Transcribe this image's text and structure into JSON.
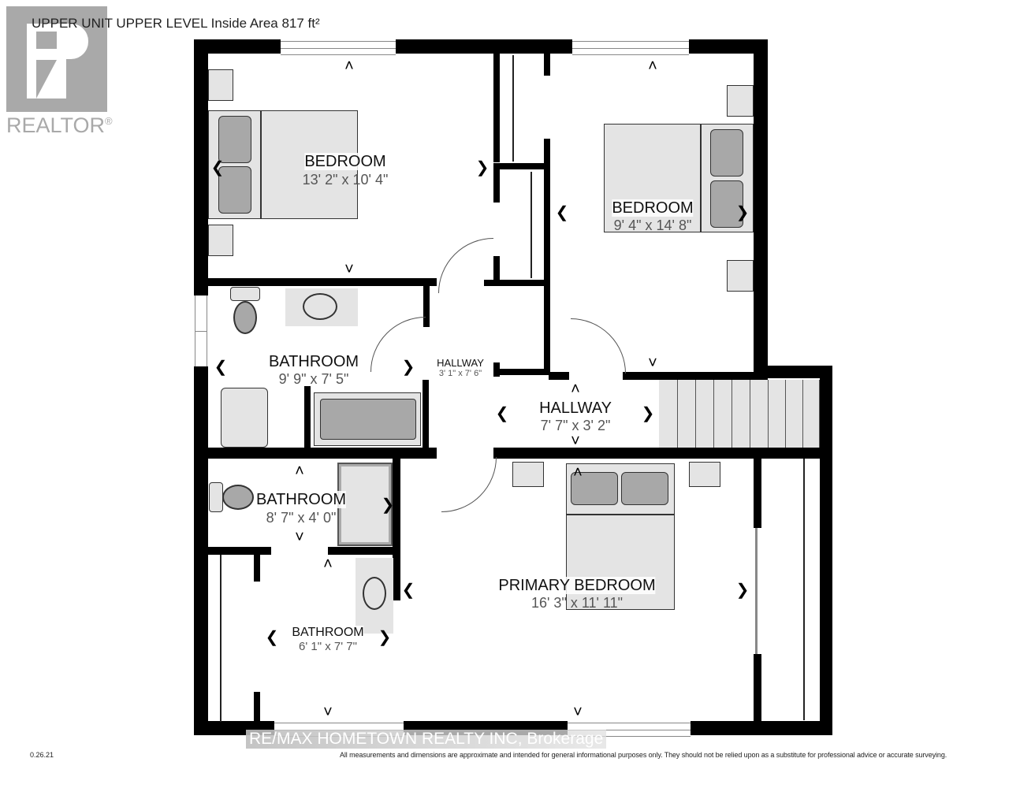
{
  "header": {
    "title": "UPPER UNIT UPPER LEVEL Inside Area 817 ft²"
  },
  "logo": {
    "letter": "R",
    "text": "REALTOR",
    "registered": "®",
    "color": "#a9a9a9"
  },
  "rooms": [
    {
      "id": "bedroom-1",
      "name": "BEDROOM",
      "dimensions": "13' 2\" x 10' 4\""
    },
    {
      "id": "bedroom-2",
      "name": "BEDROOM",
      "dimensions": "9' 4\" x 14' 8\""
    },
    {
      "id": "bathroom-1",
      "name": "BATHROOM",
      "dimensions": "9' 9\" x 7' 5\""
    },
    {
      "id": "hallway-1",
      "name": "HALLWAY",
      "dimensions": "3' 1\" x 7' 6\""
    },
    {
      "id": "hallway-2",
      "name": "HALLWAY",
      "dimensions": "7' 7\" x 3' 2\""
    },
    {
      "id": "bathroom-2",
      "name": "BATHROOM",
      "dimensions": "8' 7\" x 4' 0\""
    },
    {
      "id": "bathroom-3",
      "name": "BATHROOM",
      "dimensions": "6' 1\" x 7' 7\""
    },
    {
      "id": "primary-bedroom",
      "name": "PRIMARY BEDROOM",
      "dimensions": "16' 3\" x 11' 11\""
    }
  ],
  "footer": {
    "version": "0.26.21",
    "watermark": "RE/MAX HOMETOWN REALTY INC, Brokerage",
    "disclaimer": "All measurements and dimensions are approximate and intended for general informational purposes only. They should not be relied upon as a substitute for professional advice or accurate surveying."
  },
  "colors": {
    "wall": "#000000",
    "furniture": "#e4e4e4",
    "pillow": "#a8a8a8",
    "dimension_text": "#555555"
  }
}
